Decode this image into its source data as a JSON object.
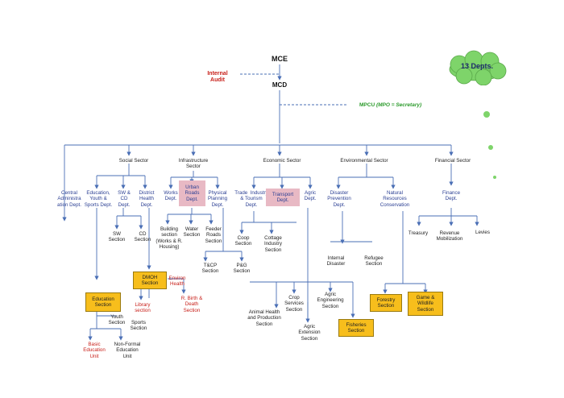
{
  "badge": {
    "label": "13 Depts."
  },
  "top": {
    "mce": "MCE",
    "internal_audit": "Internal\nAudit",
    "mcd": "MCD",
    "mpcu_prefix": "MPCU",
    "mpcu_note": "(MPO = Secretary)"
  },
  "sectors": {
    "social": "Social Sector",
    "infrastructure": "Infrastructure\nSector",
    "economic": "Economic Sector",
    "environmental": "Environmental Sector",
    "financial": "Financial Sector"
  },
  "departments": {
    "central_admin": "Central\nAdministra\nation Dept.",
    "education_youth": "Education,\nYouth &\nSports Dept.",
    "sw_cd": "SW &\nCD\nDept.",
    "district_health": "District\nHealth\nDept.",
    "works": "Works\nDept.",
    "urban_roads": "Urban\nRoads\nDept.",
    "physical_planning": "Physical\nPlanning\nDept.",
    "trade_industry": "Trade  Industry\n& Tourism\nDept.",
    "transport": "Transport\nDept.",
    "agric": "Agric\nDept.",
    "disaster": "Disaster\nPrevention\nDept.",
    "natural_resources": "Natural\nResources\nConservation",
    "finance": "Finance\nDept."
  },
  "sections": {
    "sw_section": "SW\nSection",
    "cd_section": "CD\nSection",
    "building": "Building\nsection\n(Works & R.\nHousing)",
    "water": "Water\nSection",
    "feeder_roads": "Feeder\nRoads\nSection",
    "coop": "Coop\nSection",
    "cottage": "Cottage\nIndustry\nSection",
    "internal_disaster": "Internal\nDisaster",
    "refugee": "Refugee\nSection",
    "treasury": "Treasury",
    "revenue": "Revenue\nMobilization",
    "levies": "Levies",
    "tcp": "T&CP\nSection",
    "pg": "P&G\nSection",
    "dmoh": "DMOH\nSection",
    "environ_health": "Environ\nHealth",
    "library": "Library\nsection",
    "birth_death": "R. Birth &\nDeath\nSection",
    "education_section": "Education\nSection",
    "youth": "Youth\nSection",
    "sports": "Sports\nSection",
    "basic_education": "Basic\nEducation\nUnit",
    "non_formal": "Non-Formal\nEducation\nUnit",
    "animal_health": "Animal Health\nand Production\nSection",
    "crop_services": "Crop\nServices\nSection",
    "agric_engineering": "Agric\nEngineering\nSection",
    "agric_extension": "Agric\nExtension\nSection",
    "fisheries": "Fisheries\nSection",
    "forestry": "Forestry\nSection",
    "game_wildlife": "Game &\nWildlife\nSection"
  },
  "colors": {
    "line": "#4a6fb5",
    "pink_box": "#e8b9c4",
    "orange_box": "#f7be1c",
    "cloud": "#7ed46a",
    "dept_text": "#2b3f93",
    "red_text": "#c8201a",
    "green_text": "#2a9a2a"
  }
}
